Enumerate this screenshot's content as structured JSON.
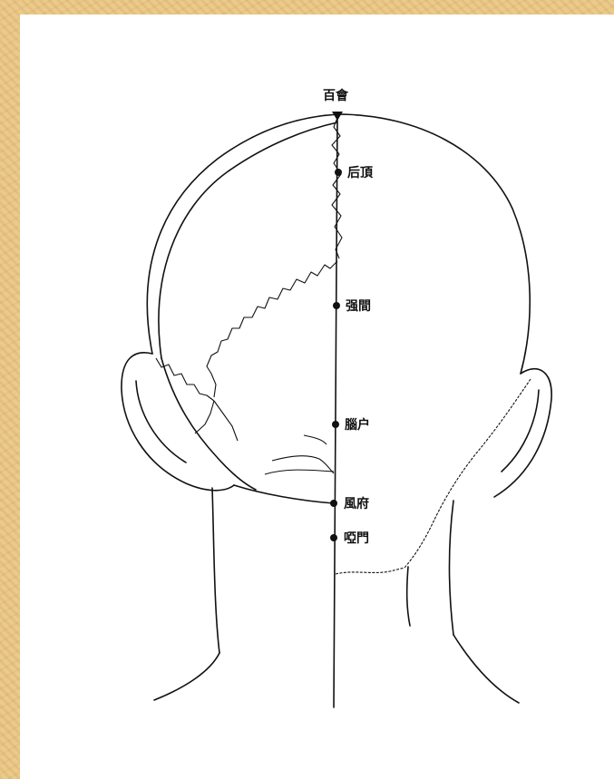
{
  "points": [
    {
      "id": "baihui",
      "label": "百會"
    },
    {
      "id": "houding",
      "label": "后頂"
    },
    {
      "id": "qiangjian",
      "label": "强間"
    },
    {
      "id": "naohu",
      "label": "腦户"
    },
    {
      "id": "fengfu",
      "label": "風府"
    },
    {
      "id": "yamen",
      "label": "啞門"
    }
  ],
  "colors": {
    "background": "#e9c98a",
    "panel": "#ffffff",
    "ink": "#111111"
  }
}
